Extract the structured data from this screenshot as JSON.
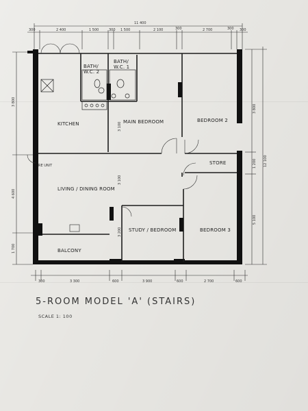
{
  "plan": {
    "title": "5-ROOM MODEL 'A'    (STAIRS)",
    "scale": "SCALE   1: 100",
    "rooms": {
      "bath2": "BATH/",
      "bath2b": "W.C. 2",
      "bath1": "BATH/",
      "bath1b": "W.C. 1",
      "kitchen": "KITCHEN",
      "main_bedroom": "MAIN BEDROOM",
      "bedroom2": "BEDROOM 2",
      "store": "STORE",
      "living": "LIVING / DINING ROOM",
      "study": "STUDY / BEDROOM",
      "bedroom3": "BEDROOM 3",
      "balcony": "BALCONY",
      "refuse": "RE UNIT"
    },
    "dims_top": {
      "total": "11 400",
      "d1": "300",
      "d2": "2 400",
      "d3": "1 500",
      "d4": "300",
      "d5": "1 500",
      "d6": "2 100",
      "d7": "300",
      "d8": "2 700",
      "d9": "300",
      "d10": "300"
    },
    "dims_bottom": {
      "d1": "300",
      "d2": "3 300",
      "d3": "600",
      "d4": "3 900",
      "d5": "600",
      "d6": "2 700",
      "d7": "600"
    },
    "dims_left": {
      "d1": "3 800",
      "d2": "4 600",
      "d3": "1 700"
    },
    "dims_right": {
      "d1": "3 800",
      "d2": "1 200",
      "d3": "5 100",
      "total": "12 100"
    },
    "interior": {
      "k_height": "3 100",
      "l_height": "3 100",
      "s_height": "3 200"
    }
  }
}
